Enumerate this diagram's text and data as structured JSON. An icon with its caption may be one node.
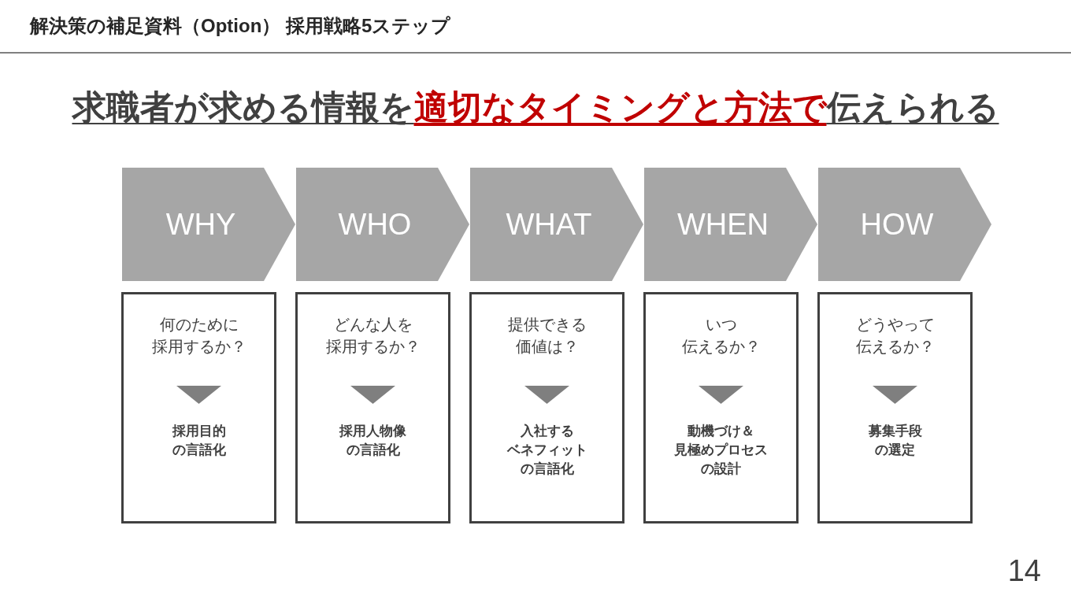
{
  "diagram": {
    "title": "解決策の補足資料（Option） 採用戦略5ステップ",
    "nodes": [
      {
        "text": [
          "WHY"
        ]
      },
      {
        "text": [
          "WHO"
        ]
      },
      {
        "text": [
          "WHAT"
        ]
      },
      {
        "text": [
          "WHEN"
        ]
      },
      {
        "text": [
          "HOW"
        ]
      },
      {
        "text": [],
        "shape": "box"
      },
      {
        "text": [
          "何のために採用するか？"
        ],
        "in": 5
      },
      {
        "text": [
          "採用目的の言語化"
        ],
        "in": 5
      },
      {
        "text": [],
        "shape": "box"
      },
      {
        "text": [
          "どんな人を採用するか？"
        ],
        "in": 8
      },
      {
        "text": [
          "採用人物像の言語化"
        ],
        "in": 8
      },
      {
        "text": [],
        "shape": "box"
      },
      {
        "text": [
          "提供できる価値は？"
        ],
        "in": 11
      },
      {
        "text": [
          "入社するベネフィットの言語化"
        ],
        "in": 11
      },
      {
        "text": [],
        "shape": "box"
      },
      {
        "text": [
          "いつ伝えるか？"
        ],
        "in": 14
      },
      {
        "text": [
          "動機づけ＆見極めプロセスの設計"
        ],
        "in": 14
      },
      {
        "text": [],
        "shape": "box"
      },
      {
        "text": [
          "どうやって伝えるか？"
        ],
        "in": 17
      },
      {
        "text": [
          "募集手段の選定"
        ],
        "in": 17
      }
    ],
    "edges": [
      {
        "from": 6,
        "to": 7,
        "arrow": "to"
      },
      {
        "from": 9,
        "to": 10,
        "arrow": "to"
      },
      {
        "from": 12,
        "to": 13,
        "arrow": "to"
      },
      {
        "from": 15,
        "to": 16,
        "arrow": "to"
      },
      {
        "from": 18,
        "to": 19,
        "arrow": "to"
      }
    ],
    "labels": [
      "求職者が求める情報を**適切なタイミングと方法で**伝えられる",
      "14"
    ]
  }
}
